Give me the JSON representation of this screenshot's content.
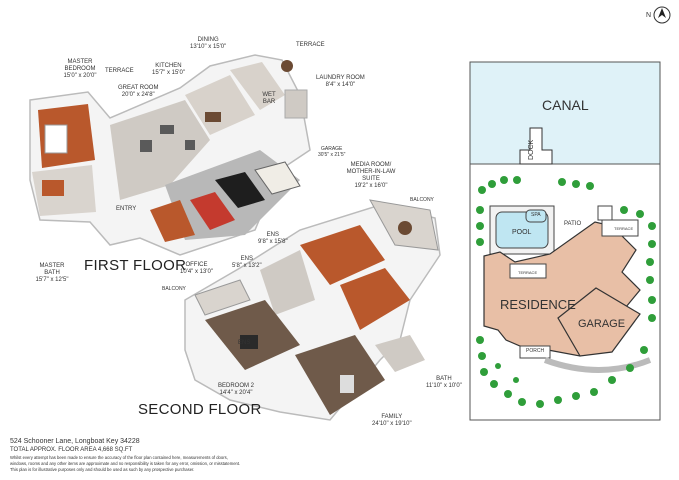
{
  "compass": {
    "north_label": "N"
  },
  "floor_titles": {
    "first": "FIRST FLOOR",
    "second": "SECOND FLOOR"
  },
  "first_floor_rooms": [
    {
      "name": "DINING",
      "dims": "13'10\" x 15'0\""
    },
    {
      "name": "TERRACE",
      "dims": ""
    },
    {
      "name": "KITCHEN",
      "dims": "15'7\" x 15'0\""
    },
    {
      "name": "MASTER BEDROOM",
      "dims": "15'0\" x 20'0\""
    },
    {
      "name": "TERRACE",
      "dims": ""
    },
    {
      "name": "GREAT ROOM",
      "dims": "20'0\" x 24'8\""
    },
    {
      "name": "WET BAR",
      "dims": ""
    },
    {
      "name": "LAUNDRY ROOM",
      "dims": "8'4\" x 14'0\""
    },
    {
      "name": "GARAGE",
      "dims": "30'5\" x 21'5\""
    },
    {
      "name": "ENTRY",
      "dims": ""
    },
    {
      "name": "OFFICE",
      "dims": "10'4\" x 13'0\""
    },
    {
      "name": "MASTER BATH",
      "dims": "15'7\" x 12'5\""
    }
  ],
  "second_floor_rooms": [
    {
      "name": "MEDIA ROOM/ MOTHER-IN-LAW SUITE",
      "dims": "19'2\" x 16'0\""
    },
    {
      "name": "BALCONY",
      "dims": ""
    },
    {
      "name": "ENS",
      "dims": "9'8\" x 15'8\""
    },
    {
      "name": "ENS",
      "dims": "5'8\" x 13'2\""
    },
    {
      "name": "BALCONY",
      "dims": ""
    },
    {
      "name": "ENS",
      "dims": ""
    },
    {
      "name": "BEDROOM 2",
      "dims": "14'4\" x 20'4\""
    },
    {
      "name": "BATH",
      "dims": "11'10\" x 10'0\""
    },
    {
      "name": "FAMILY",
      "dims": "24'10\" x 19'10\""
    }
  ],
  "site_plan": {
    "canal": "CANAL",
    "dock": "DOCK",
    "spa": "SPA",
    "pool": "POOL",
    "patio": "PATIO",
    "terrace_right": "TERRACE",
    "terrace_left": "TERRACE",
    "residence": "RESIDENCE",
    "garage": "GARAGE",
    "porch": "PORCH"
  },
  "footer": {
    "address": "524 Schooner Lane, Longboat Key 34228",
    "area": "TOTAL APPROX. FLOOR AREA 4,668 SQ.FT",
    "disclaimer_1": "Whilst every attempt has been made to ensure the accuracy of the floor plan contained here, measurements of doors,",
    "disclaimer_2": "windows, rooms and any other items are approximate and no responsibility is taken for any error, omission, or misstatement.",
    "disclaimer_3": "This plan is for illustrative purposes only and should be used as such by any prospective purchaser."
  },
  "colors": {
    "canal": "#dff2f8",
    "lawn": "#ffffff",
    "tree": "#2f9e3a",
    "building": "#e8bfa6",
    "building_outline": "#333333",
    "pool": "#bfe6f2",
    "wood_floor": "#b8532a",
    "tile_floor": "#cfcac4",
    "wall": "#f2f2f2"
  }
}
